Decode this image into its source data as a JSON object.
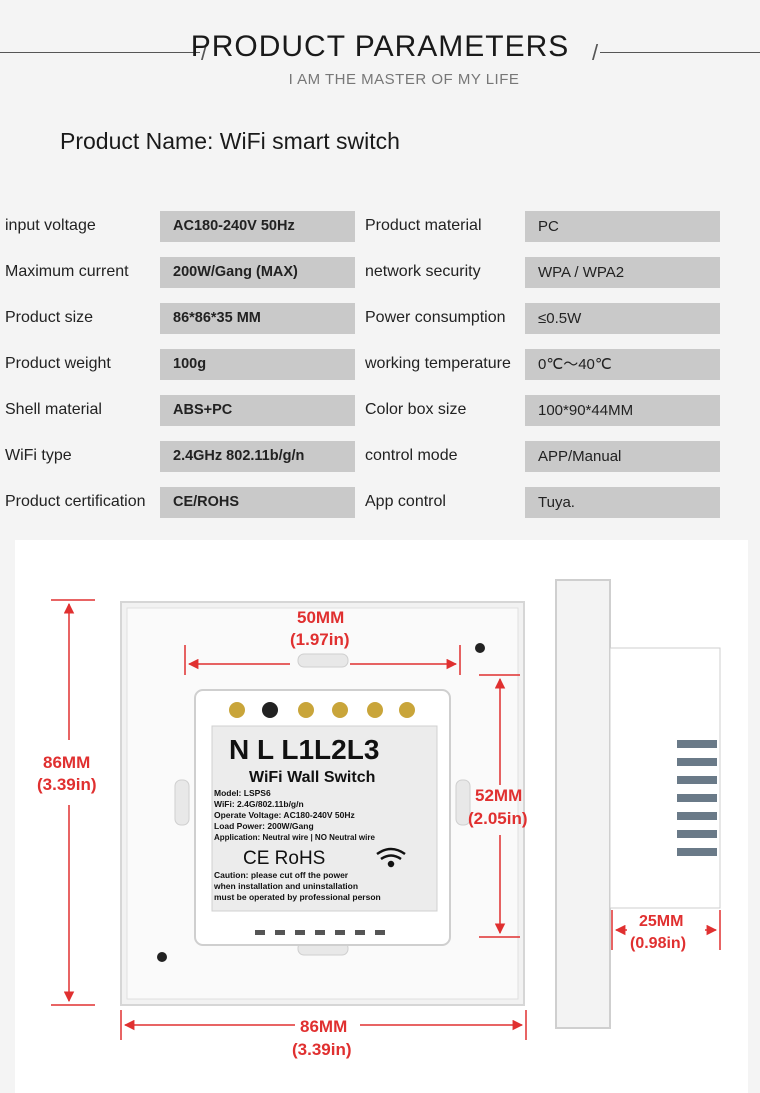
{
  "header": {
    "title": "PRODUCT PARAMETERS",
    "subtitle": "I AM THE MASTER OF MY LIFE",
    "product_name": "Product Name: WiFi smart switch"
  },
  "params": [
    {
      "label_left": "input voltage",
      "value_left": "AC180-240V 50Hz",
      "label_right": "Product material",
      "value_right": "PC"
    },
    {
      "label_left": "Maximum current",
      "value_left": "200W/Gang  (MAX)",
      "label_right": "network security",
      "value_right": "WPA / WPA2"
    },
    {
      "label_left": "Product size",
      "value_left": "86*86*35  MM",
      "label_right": "Power consumption",
      "value_right": "≤0.5W"
    },
    {
      "label_left": "Product weight",
      "value_left": "100g",
      "label_right": "working temperature",
      "value_right": "0℃～40℃"
    },
    {
      "label_left": "Shell material",
      "value_left": "ABS+PC",
      "label_right": "Color box size",
      "value_right": "100*90*44MM"
    },
    {
      "label_left": "WiFi type",
      "value_left": "2.4GHz 802.11b/g/n",
      "label_right": "control mode",
      "value_right": "APP/Manual"
    },
    {
      "label_left": "Product certification",
      "value_left": "CE/ROHS",
      "label_right": "App control",
      "value_right": "Tuya."
    }
  ],
  "dimensions": {
    "top_width": "50MM",
    "top_width_in": "(1.97in)",
    "height": "86MM",
    "height_in": "(3.39in)",
    "inner_height": "52MM",
    "inner_height_in": "(2.05in)",
    "bottom_width": "86MM",
    "bottom_width_in": "(3.39in)",
    "depth": "25MM",
    "depth_in": "(0.98in)"
  },
  "device_label": {
    "terminals": "N    L L1L2L3",
    "title": "WiFi Wall Switch",
    "model": "Model: LSPS6",
    "wifi": "WiFi:  2.4G/802.11b/g/n",
    "voltage": "Operate Voltage:  AC180-240V 50Hz",
    "load": "Load Power:  200W/Gang",
    "application": "Application:  Neutral wire | NO Neutral wire",
    "marks": "CE  RoHS",
    "caution1": "Caution:  please cut off the power",
    "caution2": "when installation and uninstallation",
    "caution3": "must be operated by professional person"
  },
  "colors": {
    "dimension": "#e03030",
    "value_bg": "#c9c9c9",
    "background": "#f4f4f4"
  }
}
